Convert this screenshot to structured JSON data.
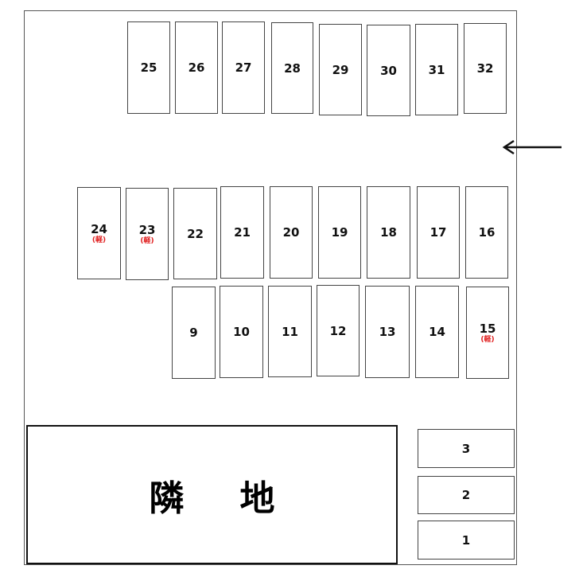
{
  "spots": [
    {
      "id": "25",
      "label": "25"
    },
    {
      "id": "26",
      "label": "26"
    },
    {
      "id": "27",
      "label": "27"
    },
    {
      "id": "28",
      "label": "28"
    },
    {
      "id": "29",
      "label": "29"
    },
    {
      "id": "30",
      "label": "30"
    },
    {
      "id": "31",
      "label": "31"
    },
    {
      "id": "32",
      "label": "32"
    },
    {
      "id": "24",
      "label": "24",
      "note": "(軽)"
    },
    {
      "id": "23",
      "label": "23",
      "note": "(軽)"
    },
    {
      "id": "22",
      "label": "22"
    },
    {
      "id": "21",
      "label": "21"
    },
    {
      "id": "20",
      "label": "20"
    },
    {
      "id": "19",
      "label": "19"
    },
    {
      "id": "18",
      "label": "18"
    },
    {
      "id": "17",
      "label": "17"
    },
    {
      "id": "16",
      "label": "16"
    },
    {
      "id": "9",
      "label": "9"
    },
    {
      "id": "10",
      "label": "10"
    },
    {
      "id": "11",
      "label": "11"
    },
    {
      "id": "12",
      "label": "12"
    },
    {
      "id": "13",
      "label": "13"
    },
    {
      "id": "14",
      "label": "14"
    },
    {
      "id": "15",
      "label": "15",
      "note": "(軽)"
    },
    {
      "id": "3",
      "label": "3"
    },
    {
      "id": "2",
      "label": "2"
    },
    {
      "id": "1",
      "label": "1"
    }
  ],
  "neighbor_lot": "隣地",
  "entrance_arrow": "arrow-left-icon"
}
